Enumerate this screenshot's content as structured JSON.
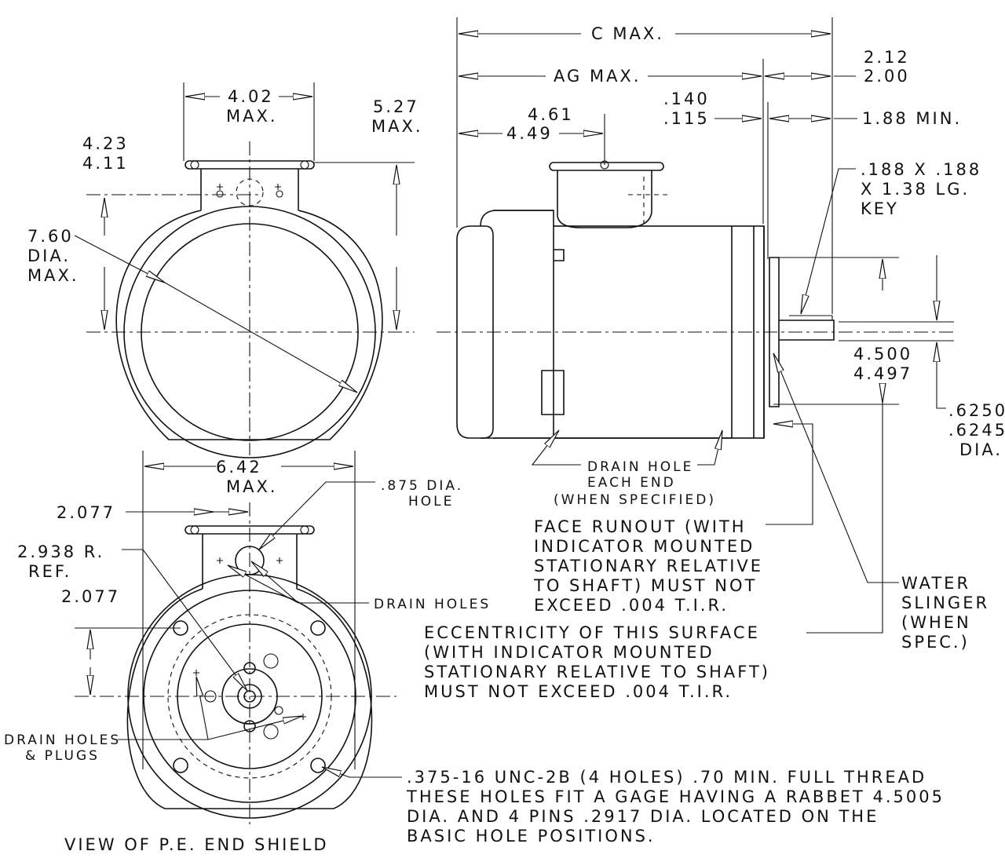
{
  "labels": {
    "c_max": "C MAX.",
    "ag_max": "AG MAX.",
    "shaft_len_1": "2.12",
    "shaft_len_2": "2.00",
    "face_1": ".140",
    "face_2": ".115",
    "min_188": "1.88 MIN.",
    "box_1": "4.61",
    "box_2": "4.49",
    "key_1": ".188 X .188",
    "key_2": "X 1.38 LG.",
    "key_3": "KEY",
    "w402_1": "4.02",
    "w402_2": "MAX.",
    "h527_1": "5.27",
    "h527_2": "MAX.",
    "h423_1": "4.23",
    "h423_2": "4.11",
    "d760_1": "7.60",
    "d760_2": "DIA.",
    "d760_3": "MAX.",
    "pilot_1": "4.500",
    "pilot_2": "4.497",
    "shaft_dia_1": ".6250",
    "shaft_dia_2": ".6245",
    "shaft_dia_3": "DIA.",
    "drain_1": "DRAIN HOLE",
    "drain_2": "EACH END",
    "drain_3": "(WHEN SPECIFIED)",
    "w642_1": "6.42",
    "w642_2": "MAX.",
    "hole875_1": ".875 DIA.",
    "hole875_2": "HOLE",
    "d2077_a": "2.077",
    "r2938_1": "2.938 R.",
    "r2938_2": "REF.",
    "d2077_b": "2.077",
    "drain_holes": "DRAIN HOLES",
    "face_runout_1": "FACE RUNOUT (WITH",
    "face_runout_2": "INDICATOR MOUNTED",
    "face_runout_3": "STATIONARY RELATIVE",
    "face_runout_4": "TO SHAFT) MUST NOT",
    "face_runout_5": "EXCEED .004 T.I.R.",
    "water_1": "WATER",
    "water_2": "SLINGER",
    "water_3": "(WHEN",
    "water_4": "SPEC.)",
    "ecc_1": "ECCENTRICITY OF THIS SURFACE",
    "ecc_2": "(WITH INDICATOR MOUNTED",
    "ecc_3": "STATIONARY RELATIVE TO SHAFT)",
    "ecc_4": "MUST NOT EXCEED .004 T.I.R.",
    "plugs_1": "DRAIN HOLES",
    "plugs_2": "& PLUGS",
    "unc_1": ".375-16 UNC-2B (4 HOLES) .70 MIN. FULL THREAD",
    "unc_2": "THESE HOLES FIT A GAGE HAVING A RABBET 4.5005",
    "unc_3": "DIA. AND 4 PINS .2917 DIA. LOCATED ON THE",
    "unc_4": "BASIC HOLE POSITIONS.",
    "view_pe": "VIEW OF P.E. END SHIELD"
  }
}
